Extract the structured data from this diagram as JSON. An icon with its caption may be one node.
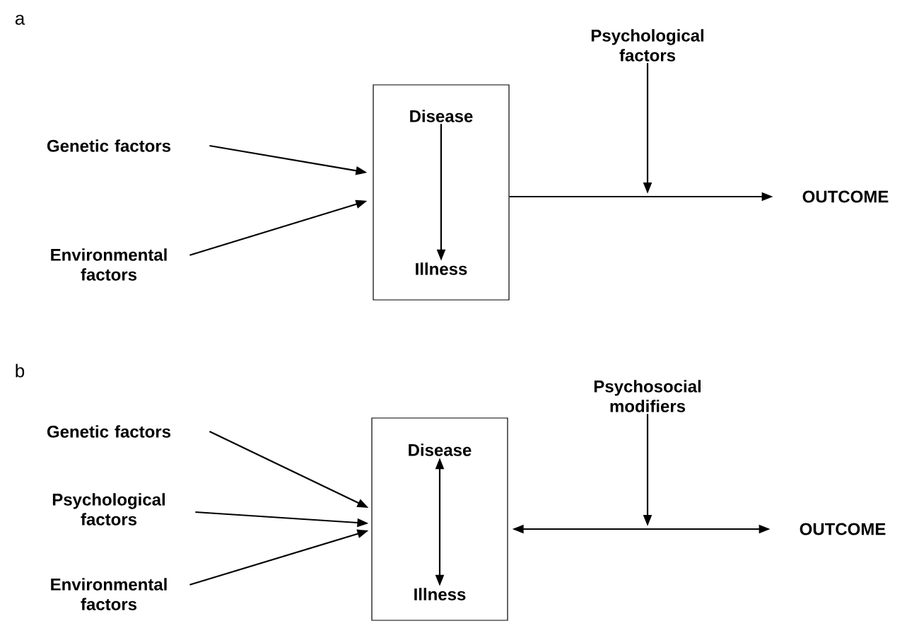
{
  "diagram": {
    "nodes": [
      {
        "text": [
          "Genetic factors"
        ]
      },
      {
        "text": [
          "Environmental factors"
        ]
      },
      {
        "text": [],
        "shape": "box"
      },
      {
        "text": [
          "Disease"
        ],
        "in": 2
      },
      {
        "text": [
          "Illness"
        ],
        "in": 2
      },
      {
        "text": [
          "Psychological factors"
        ]
      },
      {
        "text": [
          "OUTCOME"
        ]
      },
      {
        "text": [
          "Genetic factors"
        ]
      },
      {
        "text": [
          "Psychological factors"
        ]
      },
      {
        "text": [
          "Environmental factors"
        ]
      },
      {
        "text": [],
        "shape": "box"
      },
      {
        "text": [
          "Disease"
        ],
        "in": 10
      },
      {
        "text": [
          "Illness"
        ],
        "in": 10
      },
      {
        "text": [
          "Psychosocial modifiers"
        ]
      },
      {
        "text": [
          "OUTCOME"
        ]
      }
    ],
    "edges": [
      {
        "from": 0,
        "to": 2,
        "arrow": "to"
      },
      {
        "from": 1,
        "to": 2,
        "arrow": "to"
      },
      {
        "from": 3,
        "to": 4,
        "arrow": "to"
      },
      {
        "from": 2,
        "to": 6,
        "arrow": "to"
      },
      {
        "from": 5,
        "to": null,
        "arrow": "to"
      },
      {
        "from": 7,
        "to": 10,
        "arrow": "to"
      },
      {
        "from": 8,
        "to": 10,
        "arrow": "to"
      },
      {
        "from": 9,
        "to": 10,
        "arrow": "to"
      },
      {
        "from": 11,
        "to": 12,
        "arrow": "both"
      },
      {
        "from": 10,
        "to": 14,
        "arrow": "both"
      },
      {
        "from": 13,
        "to": null,
        "arrow": "to"
      }
    ],
    "labels": [
      "a",
      "b"
    ]
  }
}
